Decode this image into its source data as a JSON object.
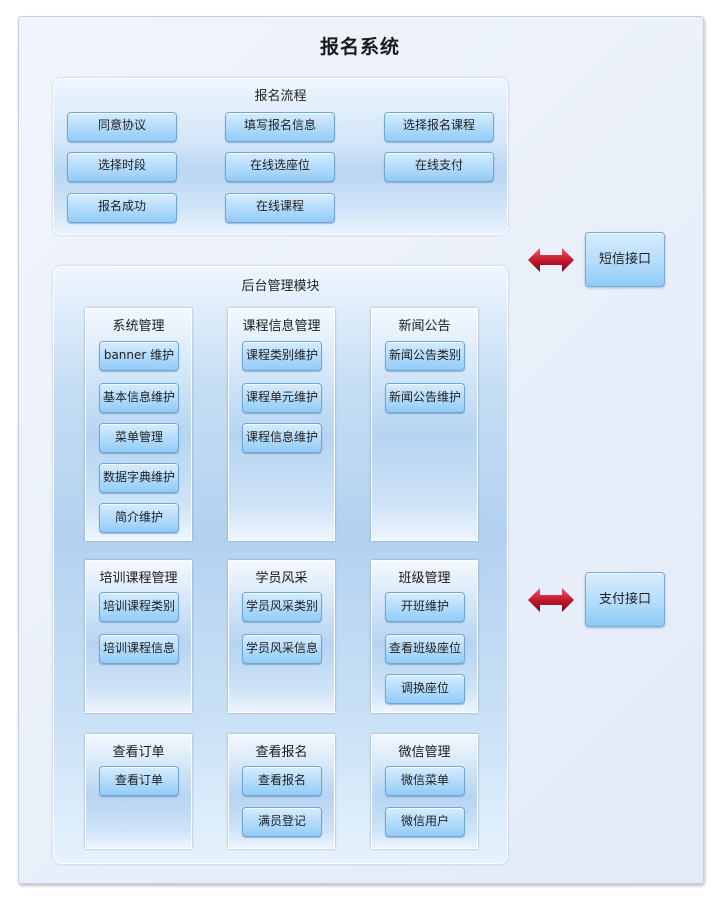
{
  "title": "报名系统",
  "flow": {
    "title": "报名流程",
    "steps": [
      "同意协议",
      "填写报名信息",
      "选择报名课程",
      "选择时段",
      "在线选座位",
      "在线支付",
      "报名成功",
      "在线课程"
    ]
  },
  "admin": {
    "title": "后台管理模块",
    "modules": [
      {
        "title": "系统管理",
        "items": [
          "banner 维护",
          "基本信息维护",
          "菜单管理",
          "数据字典维护",
          "简介维护"
        ]
      },
      {
        "title": "课程信息管理",
        "items": [
          "课程类别维护",
          "课程单元维护",
          "课程信息维护"
        ]
      },
      {
        "title": "新闻公告",
        "items": [
          "新闻公告类别",
          "新闻公告维护"
        ]
      },
      {
        "title": "培训课程管理",
        "items": [
          "培训课程类别",
          "培训课程信息"
        ]
      },
      {
        "title": "学员风采",
        "items": [
          "学员风采类别",
          "学员风采信息"
        ]
      },
      {
        "title": "班级管理",
        "items": [
          "开班维护",
          "查看班级座位",
          "调换座位"
        ]
      },
      {
        "title": "查看订单",
        "items": [
          "查看订单"
        ]
      },
      {
        "title": "查看报名",
        "items": [
          "查看报名",
          "满员登记"
        ]
      },
      {
        "title": "微信管理",
        "items": [
          "微信菜单",
          "微信用户"
        ]
      }
    ]
  },
  "interfaces": {
    "sms": "短信接口",
    "payment": "支付接口"
  },
  "colors": {
    "arrow": "#c4182c",
    "button": "#a8d6fa",
    "border": "#6fa7d6"
  }
}
